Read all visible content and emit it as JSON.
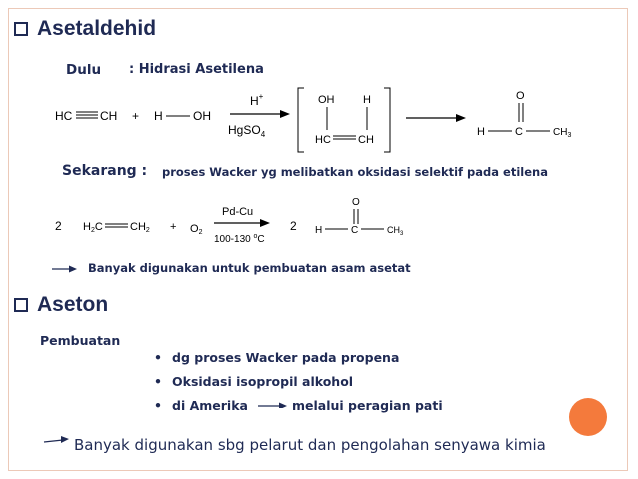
{
  "sections": {
    "asetaldehid": {
      "title": "Asetaldehid",
      "dulu_label": "Dulu",
      "dulu_text": ": Hidrasi Asetilena",
      "reaction1": {
        "reactant1": "HC≡CH",
        "plus": "+",
        "reactant2": "H—OH",
        "catalyst_top": "H+",
        "catalyst_bottom": "HgSO4",
        "intermediate": "OH H / HC=CH",
        "product": "O / H—C—CH3"
      },
      "sekarang_label": "Sekarang :",
      "sekarang_text": "proses Wacker yg melibatkan oksidasi selektif pada etilena",
      "reaction2": {
        "coef1": "2",
        "reactant1": "H2C=CH2",
        "plus": "+",
        "reactant2": "O2",
        "catalyst_top": "Pd-Cu",
        "catalyst_bottom": "100-130 °C",
        "coef2": "2",
        "product": "O / H—C—CH3"
      },
      "note": "Banyak digunakan untuk pembuatan asam asetat"
    },
    "aseton": {
      "title": "Aseton",
      "pembuatan_label": "Pembuatan",
      "bullets": [
        "dg proses Wacker pada propena",
        "Oksidasi isopropil alkohol",
        "di Amerika",
        "melalui peragian pati"
      ],
      "note": "Banyak digunakan sbg pelarut dan pengolahan senyawa kimia"
    }
  },
  "colors": {
    "heading": "#1f2a54",
    "accent_circle": "#f47a3c",
    "frame": "#ecc9b8",
    "chem": "#000000"
  }
}
